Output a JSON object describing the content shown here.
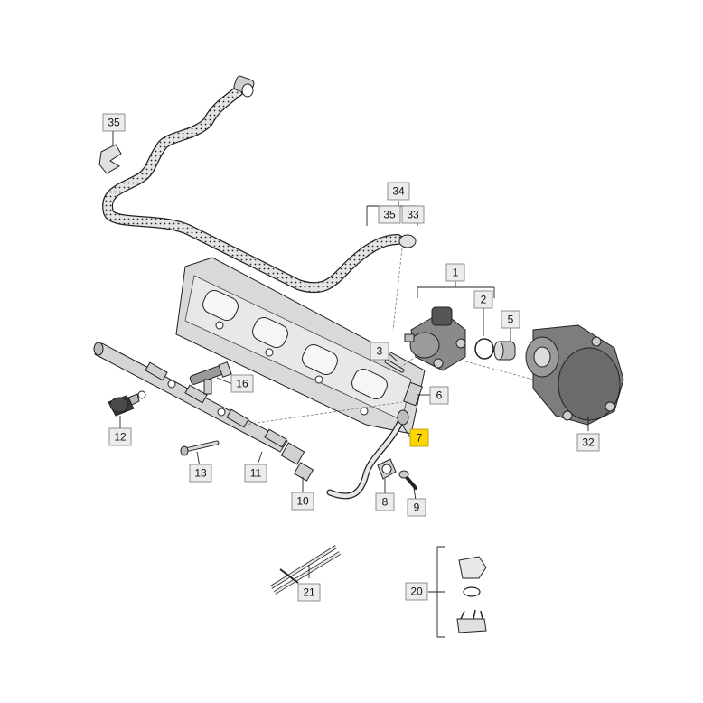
{
  "colors": {
    "highlight": "#ffd700",
    "label_bg": "#ececec",
    "casting": "#d9d9d9",
    "pump": "#8a8a8a"
  },
  "labels": {
    "l1": "1",
    "l2": "2",
    "l3": "3",
    "l5": "5",
    "l6": "6",
    "l7": "7",
    "l8": "8",
    "l9": "9",
    "l10": "10",
    "l11": "11",
    "l12": "12",
    "l13": "13",
    "l16": "16",
    "l20": "20",
    "l21": "21",
    "l32": "32",
    "l33": "33",
    "l34": "34",
    "l35a": "35",
    "l35b": "35"
  },
  "highlighted_label": "7"
}
